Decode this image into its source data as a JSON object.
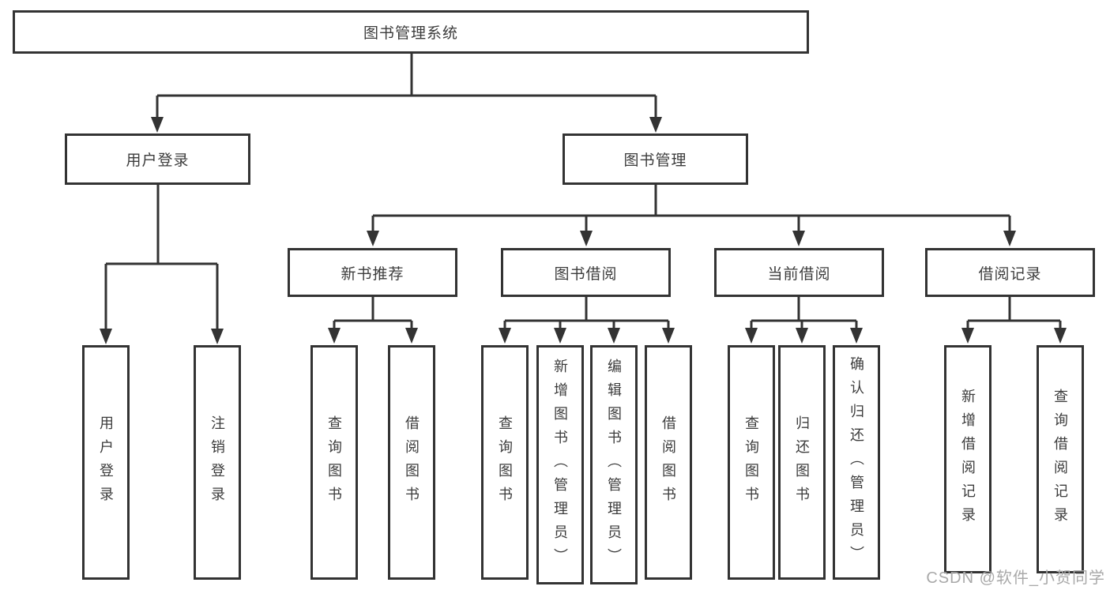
{
  "tree": {
    "label": "图书管理系统",
    "children": [
      {
        "label": "用户登录",
        "children": [
          {
            "label": "用户登录"
          },
          {
            "label": "注销登录"
          }
        ]
      },
      {
        "label": "图书管理",
        "children": [
          {
            "label": "新书推荐",
            "children": [
              {
                "label": "查询图书"
              },
              {
                "label": "借阅图书"
              }
            ]
          },
          {
            "label": "图书借阅",
            "children": [
              {
                "label": "查询图书"
              },
              {
                "label": "新增图书（管理员）"
              },
              {
                "label": "编辑图书（管理员）"
              },
              {
                "label": "借阅图书"
              }
            ]
          },
          {
            "label": "当前借阅",
            "children": [
              {
                "label": "查询图书"
              },
              {
                "label": "归还图书"
              },
              {
                "label": "确认归还（管理员）"
              }
            ]
          },
          {
            "label": "借阅记录",
            "children": [
              {
                "label": "新增借阅记录"
              },
              {
                "label": "查询借阅记录"
              }
            ]
          }
        ]
      }
    ]
  },
  "colors": {
    "line": "#333333",
    "text": "#3c3c3c",
    "watermark": "#a9a9a9"
  },
  "watermark": "CSDN @软件_小贺同学"
}
